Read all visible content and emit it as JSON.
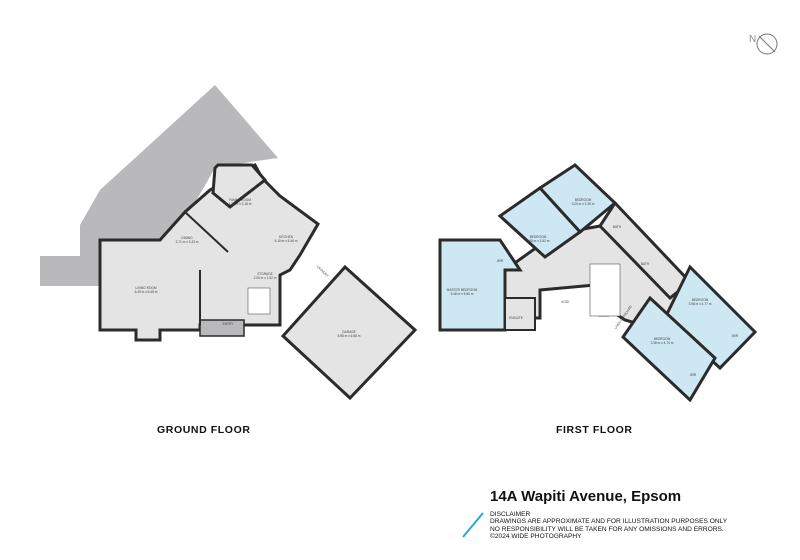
{
  "ground_floor": {
    "title": "GROUND FLOOR",
    "rooms": [
      {
        "name": "FAMILY ROOM",
        "size": "4.32 m x 3.18 m"
      },
      {
        "name": "DINING",
        "size": "2.71 m x 3.43 m"
      },
      {
        "name": "KITCHEN",
        "size": "6.15 m x 5.46 m"
      },
      {
        "name": "LIVING ROOM",
        "size": "6.49 m x 6.48 m"
      },
      {
        "name": "STORAGE",
        "size": "2.00 m x 1.52 m"
      },
      {
        "name": "LAUNDRY",
        "size": ""
      },
      {
        "name": "ENTRY",
        "size": ""
      },
      {
        "name": "GARAGE",
        "size": "5.98 m x 6.58 m"
      }
    ]
  },
  "first_floor": {
    "title": "FIRST FLOOR",
    "rooms": [
      {
        "name": "BEDROOM",
        "size": "3.20 m x 3.39 m"
      },
      {
        "name": "BEDROOM",
        "size": "3.88 m x 3.52 m"
      },
      {
        "name": "MASTER BEDROOM",
        "size": "5.48 m x 5.66 m"
      },
      {
        "name": "WIR",
        "size": ""
      },
      {
        "name": "ENSUITE",
        "size": ""
      },
      {
        "name": "VOID",
        "size": ""
      },
      {
        "name": "BATH",
        "size": ""
      },
      {
        "name": "BATH",
        "size": ""
      },
      {
        "name": "BEDROOM",
        "size": "3.98 m x 4.77 m"
      },
      {
        "name": "BEDROOM",
        "size": "3.38 m x 4.74 m"
      },
      {
        "name": "WIR",
        "size": ""
      },
      {
        "name": "WIR",
        "size": ""
      },
      {
        "name": "LINEN CUPBOARD",
        "size": ""
      }
    ]
  },
  "address": "14A Wapiti Avenue, Epsom",
  "disclaimer": {
    "heading": "DISCLAIMER",
    "line1": "DRAWINGS ARE APPROXIMATE AND FOR ILLUSTRATION PURPOSES ONLY",
    "line2": "NO RESPONSIBILITY WILL BE TAKEN FOR ANY OMISSIONS AND ERRORS.",
    "line3": "©2024 WIDE PHOTOGRAPHY"
  },
  "compass": {
    "label": "N",
    "icon": "north-compass-icon"
  },
  "colors": {
    "upper_floor_fill": "#cde7f3",
    "ground_fill": "#e4e4e4",
    "deck": "#b9b9bb",
    "accent_line": "#29a8dc"
  }
}
